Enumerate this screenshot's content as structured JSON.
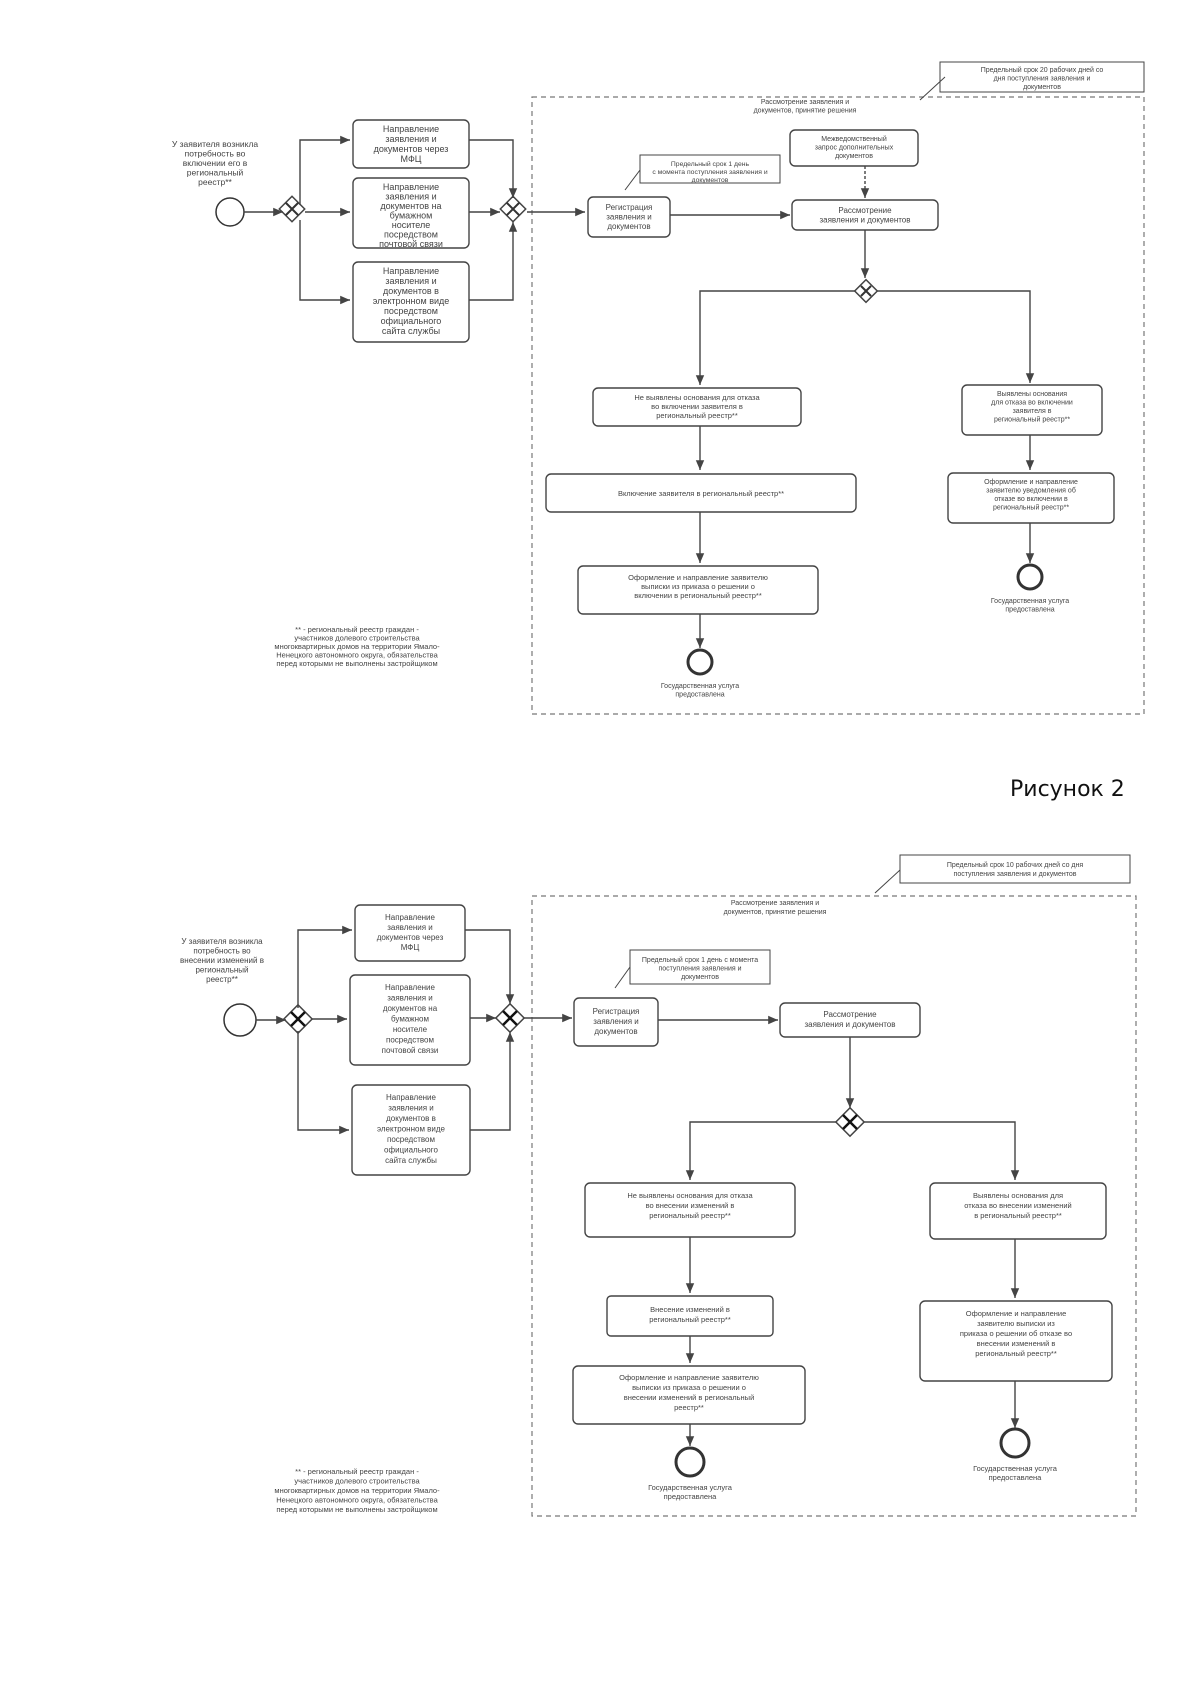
{
  "caption": "Рисунок 2",
  "d1": {
    "start_text": [
      "У заявителя возникла",
      "потребность во",
      "включении его в",
      "региональный",
      "реестр**"
    ],
    "b1": [
      "Направление",
      "заявления и",
      "документов через",
      "МФЦ"
    ],
    "b2": [
      "Направление",
      "заявления и",
      "документов на",
      "бумажном",
      "носителе",
      "посредством",
      "почтовой связи"
    ],
    "b3": [
      "Направление",
      "заявления и",
      "документов в",
      "электронном виде",
      "посредством",
      "официального",
      "сайта службы"
    ],
    "note_top": [
      "Предельный срок 20 рабочих дней со",
      "дня поступления заявления и",
      "документов"
    ],
    "subprocess_label": [
      "Рассмотрение заявления и",
      "документов, принятие решения"
    ],
    "note_reg": [
      "Предельный срок 1 день",
      "с момента поступления заявления и",
      "документов"
    ],
    "b_register": [
      "Регистрация",
      "заявления и",
      "документов"
    ],
    "b_request": [
      "Межведомственный",
      "запрос дополнительных",
      "документов"
    ],
    "b_review": [
      "Рассмотрение",
      "заявления и документов"
    ],
    "b_no_grounds": [
      "Не выявлены основания для отказа",
      "во включении заявителя в",
      "региональный реестр**"
    ],
    "b_grounds": [
      "Выявлены основания",
      "для отказа во включении",
      "заявителя в",
      "региональный реестр**"
    ],
    "b_include": [
      "Включение заявителя в региональный реестр**"
    ],
    "b_issue_yes": [
      "Оформление и направление заявителю",
      "выписки из приказа о решении о",
      "включении в региональный реестр**"
    ],
    "b_issue_no": [
      "Оформление и направление",
      "заявителю уведомления об",
      "отказе во включении в",
      "региональный реестр**"
    ],
    "end_no": [
      "Государственная услуга",
      "предоставлена"
    ],
    "end_yes": [
      "Государственная услуга",
      "предоставлена"
    ],
    "footnote": [
      "** - региональный реестр граждан -",
      "участников долевого строительства",
      "многоквартирных домов на территории Ямало-",
      "Ненецкого автономного округа, обязательства",
      "перед которыми не выполнены застройщиком"
    ]
  },
  "d2": {
    "start_text": [
      "У заявителя возникла",
      "потребность во",
      "внесении изменений в",
      "региональный",
      "реестр**"
    ],
    "b1": [
      "Направление",
      "заявления и",
      "документов через",
      "МФЦ"
    ],
    "b2": [
      "Направление",
      "заявления и",
      "документов на",
      "бумажном",
      "носителе",
      "посредством",
      "почтовой связи"
    ],
    "b3": [
      "Направление",
      "заявления и",
      "документов в",
      "электронном виде",
      "посредством",
      "официального",
      "сайта службы"
    ],
    "note_top": [
      "Предельный срок 10 рабочих дней со дня",
      "поступления заявления и документов"
    ],
    "subprocess_label": [
      "Рассмотрение заявления и",
      "документов, принятие решения"
    ],
    "note_reg": [
      "Предельный срок 1 день с момента",
      "поступления заявления и",
      "документов"
    ],
    "b_register": [
      "Регистрация",
      "заявления и",
      "документов"
    ],
    "b_review": [
      "Рассмотрение",
      "заявления и документов"
    ],
    "b_no_grounds": [
      "Не выявлены основания для отказа",
      "во внесении изменений в",
      "региональный реестр**"
    ],
    "b_grounds": [
      "Выявлены основания для",
      "отказа во внесении изменений",
      "в региональный реестр**"
    ],
    "b_change": [
      "Внесение изменений в",
      "региональный реестр**"
    ],
    "b_issue_yes": [
      "Оформление и направление заявителю",
      "выписки из приказа о решении о",
      "внесении изменений в региональный",
      "реестр**"
    ],
    "b_issue_no": [
      "Оформление и направление",
      "заявителю выписки из",
      "приказа о решении об отказе во",
      "внесении изменений в",
      "региональный реестр**"
    ],
    "end_yes": [
      "Государственная услуга",
      "предоставлена"
    ],
    "end_no": [
      "Государственная услуга",
      "предоставлена"
    ],
    "footnote": [
      "** - региональный реестр граждан -",
      "участников долевого строительства",
      "многоквартирных домов на территории Ямало-",
      "Ненецкого автономного округа, обязательства",
      "перед которыми не выполнены застройщиком"
    ]
  }
}
